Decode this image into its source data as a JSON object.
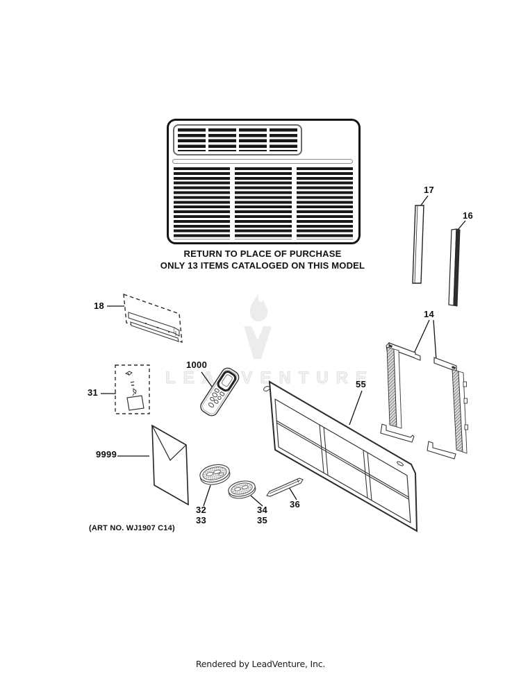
{
  "diagram": {
    "caption": {
      "line1": "RETURN TO PLACE OF PURCHASE",
      "line2": "ONLY 13 ITEMS CATALOGED ON THIS MODEL"
    },
    "art_no": "(ART NO. WJ1907 C14)",
    "callouts": {
      "c17": "17",
      "c16": "16",
      "c18": "18",
      "c31": "31",
      "c1000": "1000",
      "c14": "14",
      "c55": "55",
      "c9999": "9999",
      "c32": "32",
      "c33": "33",
      "c34": "34",
      "c35": "35",
      "c36": "36"
    }
  },
  "watermark": {
    "text": "LEADVENTURE",
    "logo_icon": "leadventure-flame-logo",
    "color": "#e9e9e9"
  },
  "footer": {
    "text": "Rendered by LeadVenture, Inc."
  },
  "colors": {
    "line_art": "#1a1a1a",
    "background": "#ffffff"
  }
}
